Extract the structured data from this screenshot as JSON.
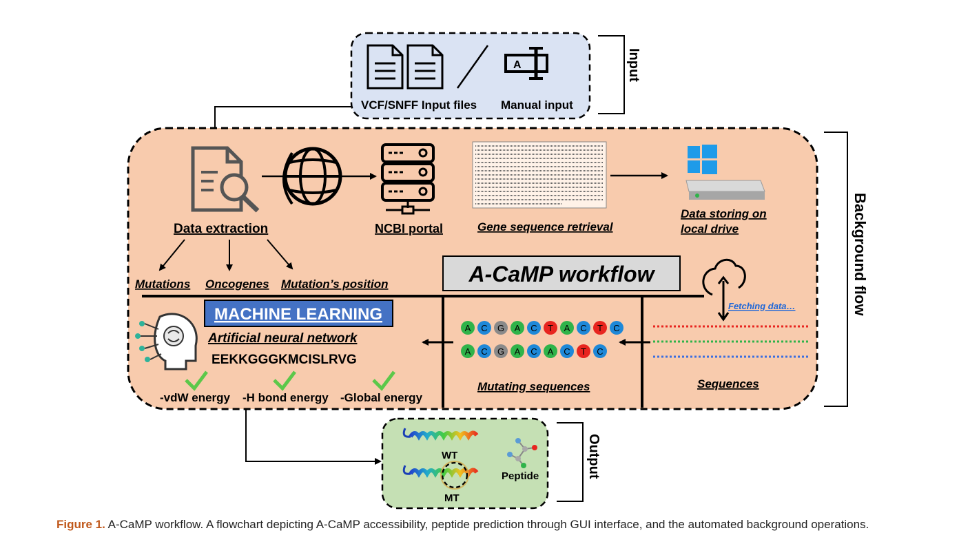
{
  "input": {
    "files_label": "VCF/SNFF Input files",
    "manual_label": "Manual input",
    "side_label": "Input"
  },
  "background": {
    "side_label": "Background flow",
    "data_extraction": "Data extraction",
    "ncbi_portal": "NCBI portal",
    "gene_sequence_retrieval": "Gene sequence retrieval",
    "data_storing_line1": "Data storing on",
    "data_storing_line2": "local drive",
    "mutations": "Mutations",
    "oncogenes": "Oncogenes",
    "mutation_position": "Mutation’s position",
    "workflow_title": "A-CaMP workflow",
    "fetching": "Fetching data…",
    "machine_learning": "MACHINE LEARNING",
    "ann": "Artificial neural network",
    "peptide_sequence": "EEKKGGGKMCISLRVG",
    "energies": [
      "-vdW energy",
      "-H bond energy",
      "-Global energy"
    ],
    "mutating_sequences": "Mutating sequences",
    "sequences": "Sequences",
    "seq_row1": [
      "A",
      "C",
      "G",
      "A",
      "C",
      "T",
      "A",
      "C",
      "T",
      "C"
    ],
    "seq_row2": [
      "A",
      "C",
      "G",
      "A",
      "C",
      "A",
      "C",
      "T",
      "C"
    ]
  },
  "output": {
    "side_label": "Output",
    "wt": "WT",
    "mt": "MT",
    "peptide": "Peptide"
  },
  "caption": {
    "figure_label": "Figure 1.",
    "text": "A-CaMP workflow. A flowchart depicting A-CaMP accessibility, peptide prediction through GUI interface, and the automated background operations."
  },
  "colors": {
    "nucleotide_A": "#2fb34a",
    "nucleotide_C": "#1e88d8",
    "nucleotide_G": "#8a8a8a",
    "nucleotide_T": "#e8251f",
    "background_panel": "#f8cbad",
    "input_panel": "#dae3f3",
    "output_panel": "#c5e0b4",
    "ml_box": "#4472c4"
  }
}
